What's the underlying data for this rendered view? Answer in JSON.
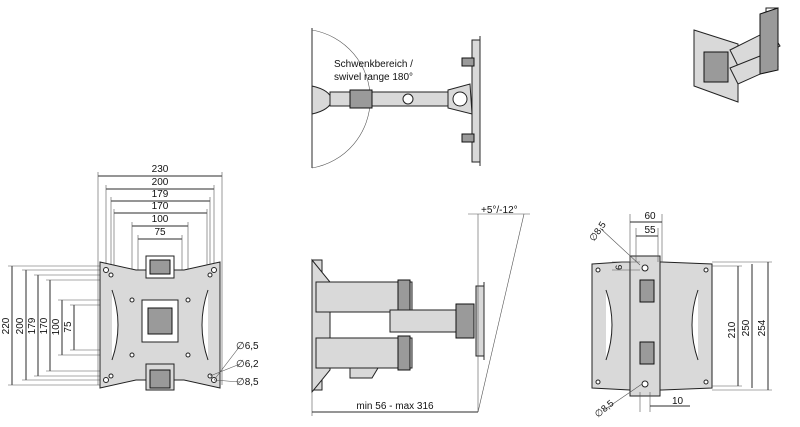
{
  "front_view": {
    "horizontal_dims": [
      "230",
      "200",
      "179",
      "170",
      "100",
      "75"
    ],
    "vertical_dims": [
      "220",
      "200",
      "179",
      "170",
      "100",
      "75"
    ],
    "hole_labels": [
      "∅6,5",
      "∅6,2",
      "∅8,5"
    ]
  },
  "top_view": {
    "swivel_label_line1": "Schwenkbereich /",
    "swivel_label_line2": "swivel range 180°"
  },
  "side_view": {
    "tilt_label": "+5°/-12°",
    "extension_label": "min 56 - max 316"
  },
  "wall_plate_view": {
    "top_dims": [
      "60",
      "55"
    ],
    "left_dims": [
      "∅8,5",
      "6"
    ],
    "right_dims": [
      "210",
      "250",
      "254"
    ],
    "bottom_dims": [
      "∅8,5",
      "10"
    ]
  }
}
